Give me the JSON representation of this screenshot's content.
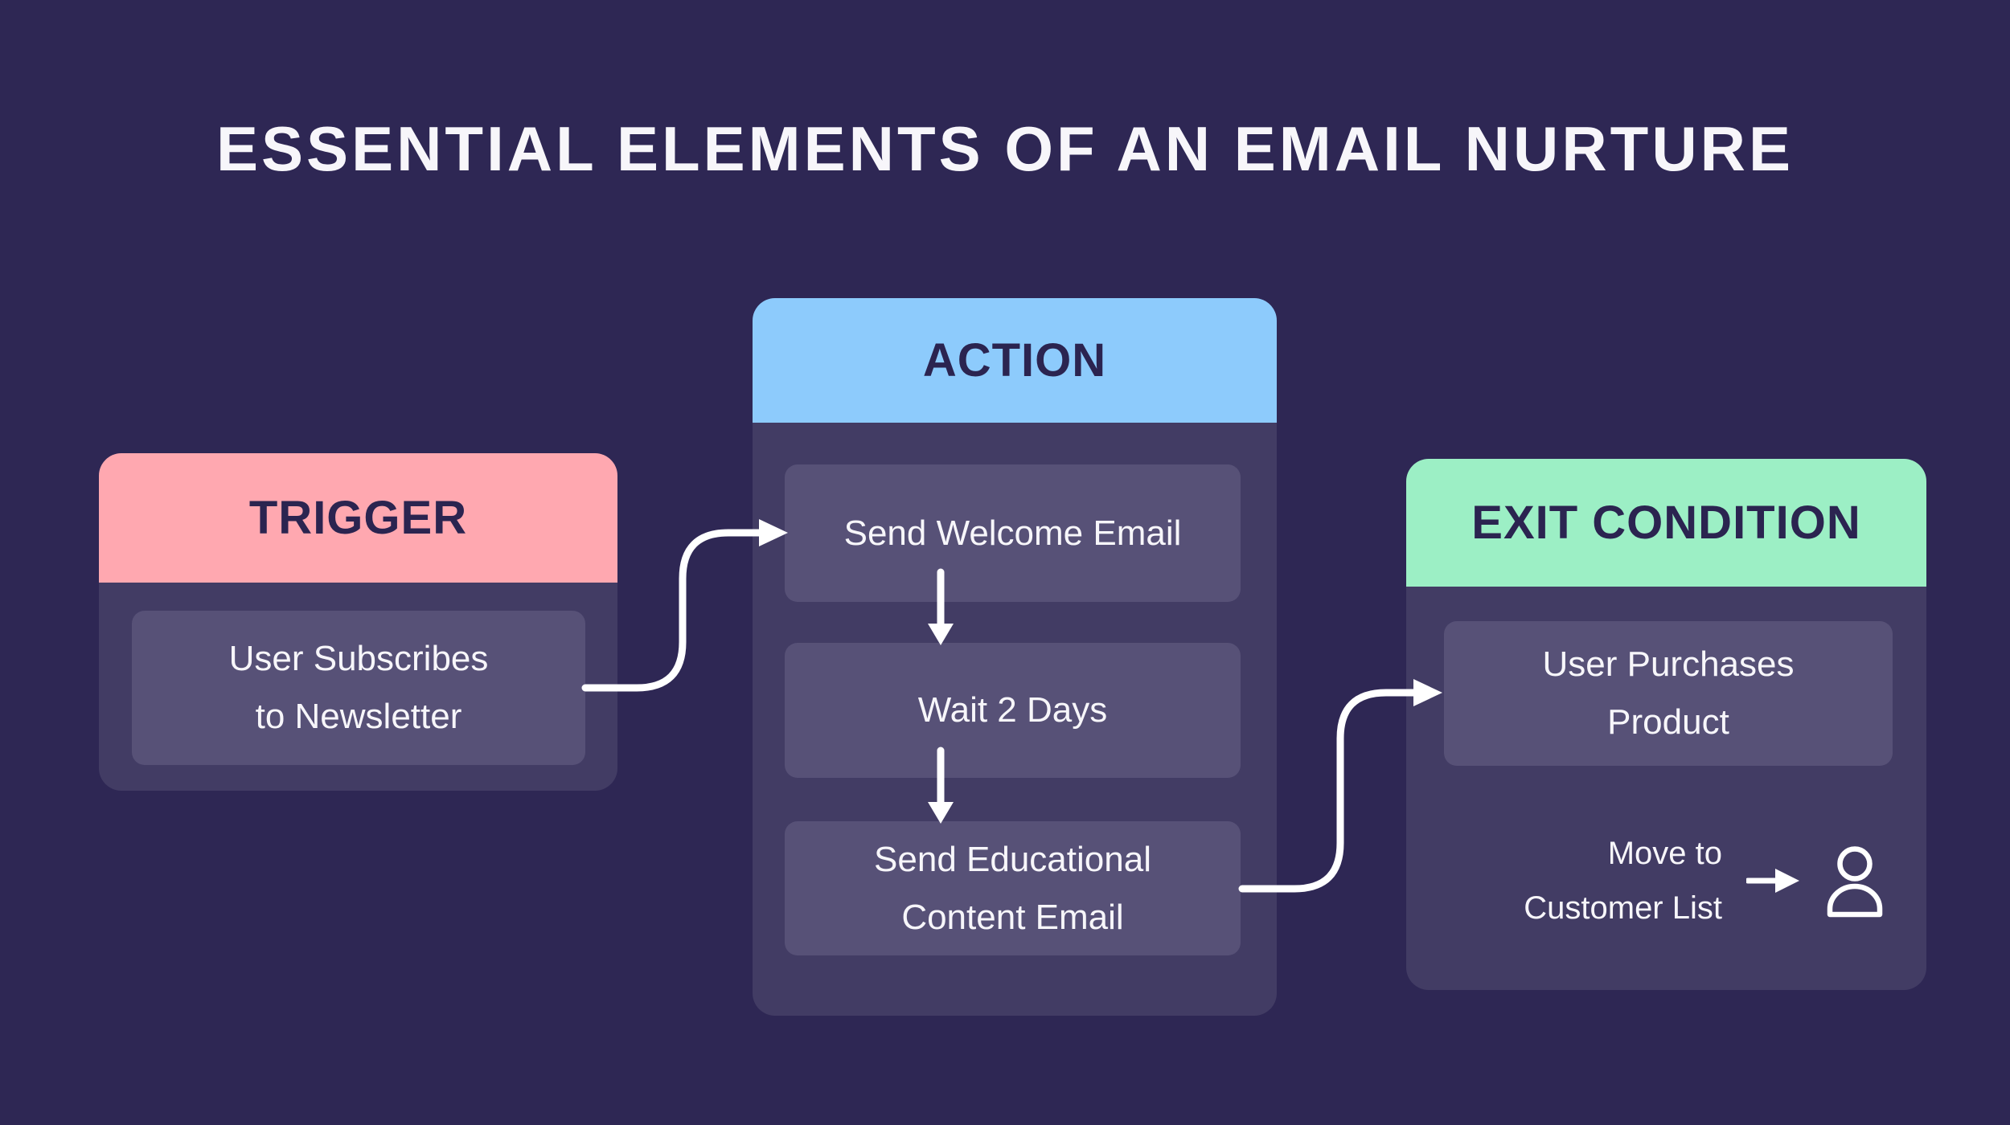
{
  "title": "ESSENTIAL ELEMENTS OF AN EMAIL NURTURE",
  "colors": {
    "background": "#2E2754",
    "panel-body": "#423C64",
    "node-box": "#575177",
    "trigger-header": "#FFA8B0",
    "action-header": "#8DCBFC",
    "exit-header": "#9CEFC5",
    "header-text": "#2B2450",
    "body-text": "#F7F6FA",
    "arrow": "#FFFFFF"
  },
  "panels": {
    "trigger": {
      "header": "TRIGGER",
      "node": {
        "lines": [
          "User Subscribes",
          "to Newsletter"
        ]
      }
    },
    "action": {
      "header": "ACTION",
      "nodes": [
        {
          "lines": [
            "Send Welcome Email"
          ]
        },
        {
          "lines": [
            "Wait 2 Days"
          ]
        },
        {
          "lines": [
            "Send Educational",
            "Content Email"
          ]
        }
      ]
    },
    "exit": {
      "header": "EXIT CONDITION",
      "node": {
        "lines": [
          "User Purchases",
          "Product"
        ]
      },
      "footer": {
        "lines": [
          "Move to",
          "Customer List"
        ]
      }
    }
  },
  "icons": {
    "person": "person-icon",
    "arrow_right": "arrow-right-icon",
    "connectors": [
      "connector-trigger-to-action",
      "connector-action-to-exit"
    ],
    "down_arrows": [
      "arrow-welcome-to-wait",
      "arrow-wait-to-educational"
    ]
  }
}
